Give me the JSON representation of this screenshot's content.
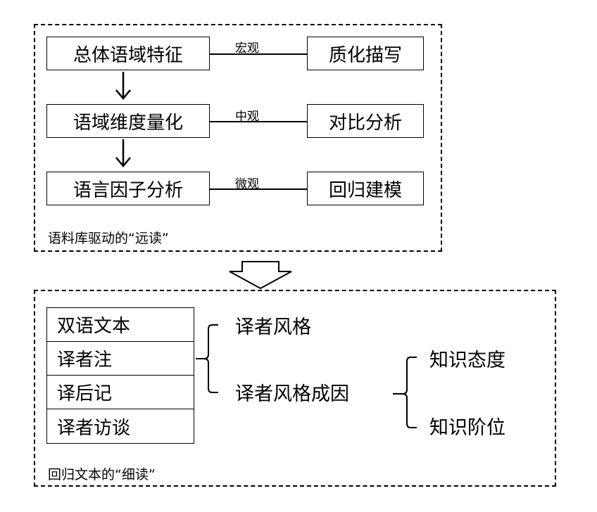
{
  "distant_reading": {
    "caption": "语料库驱动的“远读”",
    "rows": [
      {
        "left": "总体语域特征",
        "scale": "宏观",
        "right": "质化描写"
      },
      {
        "left": "语域维度量化",
        "scale": "中观",
        "right": "对比分析"
      },
      {
        "left": "语言因子分析",
        "scale": "微观",
        "right": "回归建模"
      }
    ]
  },
  "close_reading": {
    "caption": "回归文本的“细读”",
    "sources": [
      "双语文本",
      "译者注",
      "译后记",
      "译者访谈"
    ],
    "aspects": [
      "译者风格",
      "译者风格成因"
    ],
    "causes": [
      "知识态度",
      "知识阶位"
    ]
  }
}
